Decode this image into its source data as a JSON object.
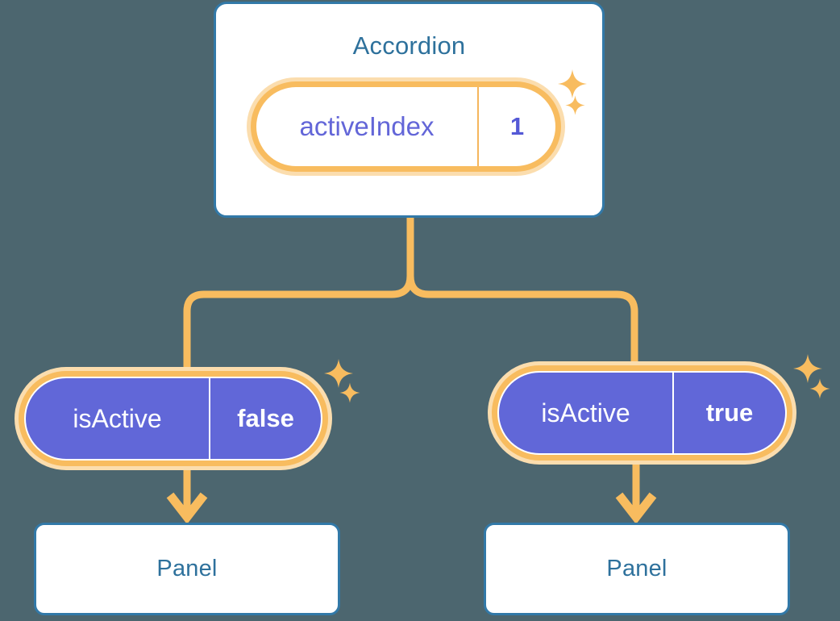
{
  "diagram": {
    "title_text": "component-state-tree",
    "background_color": "#4c666f",
    "accent_orange": "#f8bc5f",
    "accent_halo": "#fbddae",
    "accent_blue": "#3279a8",
    "accent_indigo": "#6167d8",
    "text_blue": "#2e719c",
    "text_indigo": "#6366d8"
  },
  "root": {
    "label": "Accordion",
    "state": {
      "key": "activeIndex",
      "value": "1"
    }
  },
  "children": [
    {
      "state": {
        "key": "isActive",
        "value": "false"
      },
      "panel": {
        "label": "Panel"
      }
    },
    {
      "state": {
        "key": "isActive",
        "value": "true"
      },
      "panel": {
        "label": "Panel"
      }
    }
  ],
  "decorations": {
    "sparkle_icon_name": "sparkle-icon",
    "sparkle_color": "#f8bc5f",
    "arrow_icon_name": "arrow-down-icon"
  }
}
